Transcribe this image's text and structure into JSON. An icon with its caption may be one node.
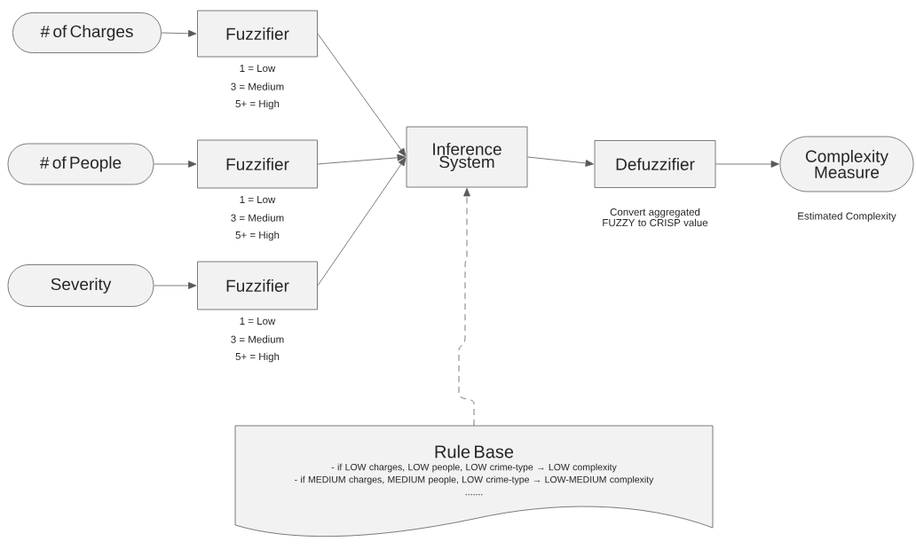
{
  "diagram": {
    "nodes": [
      {
        "text": [
          "# of Charges"
        ]
      },
      {
        "text": [
          "Fuzzifier"
        ],
        "beside": [
          "1 = Low",
          "3 = Medium",
          "5+ = High"
        ]
      },
      {
        "text": [
          "# of People"
        ]
      },
      {
        "text": [
          "Fuzzifier"
        ],
        "beside": [
          "1 = Low",
          "3 = Medium",
          "5+ = High"
        ]
      },
      {
        "text": [
          "Severity"
        ]
      },
      {
        "text": [
          "Fuzzifier"
        ],
        "beside": [
          "1 = Low",
          "3 = Medium",
          "5+ = High"
        ]
      },
      {
        "text": [
          "Inference System"
        ]
      },
      {
        "text": [
          "Defuzzifier"
        ],
        "beside": [
          "Convert aggregated FUZZY to CRISP value"
        ]
      },
      {
        "text": [
          "Complexity Measure"
        ],
        "beside": [
          "Estimated Complexity"
        ]
      },
      {
        "text": [
          "Rule Base",
          "- if LOW charges, LOW people, LOW crime-type → LOW complexity",
          "- if MEDIUM charges, MEDIUM people, LOW crime-type → LOW-MEDIUM complexity",
          "......."
        ]
      }
    ],
    "edges": [
      {
        "from": 0,
        "to": 1,
        "arrow": "to"
      },
      {
        "from": 2,
        "to": 3,
        "arrow": "to"
      },
      {
        "from": 4,
        "to": 5,
        "arrow": "to"
      },
      {
        "from": 1,
        "to": 6,
        "arrow": "to"
      },
      {
        "from": 3,
        "to": 6,
        "arrow": "to"
      },
      {
        "from": 5,
        "to": 6,
        "arrow": "to"
      },
      {
        "from": 6,
        "to": 7,
        "arrow": "to"
      },
      {
        "from": 7,
        "to": 8,
        "arrow": "to"
      },
      {
        "from": 9,
        "to": 6,
        "arrow": "to",
        "style": "dashed"
      }
    ]
  }
}
